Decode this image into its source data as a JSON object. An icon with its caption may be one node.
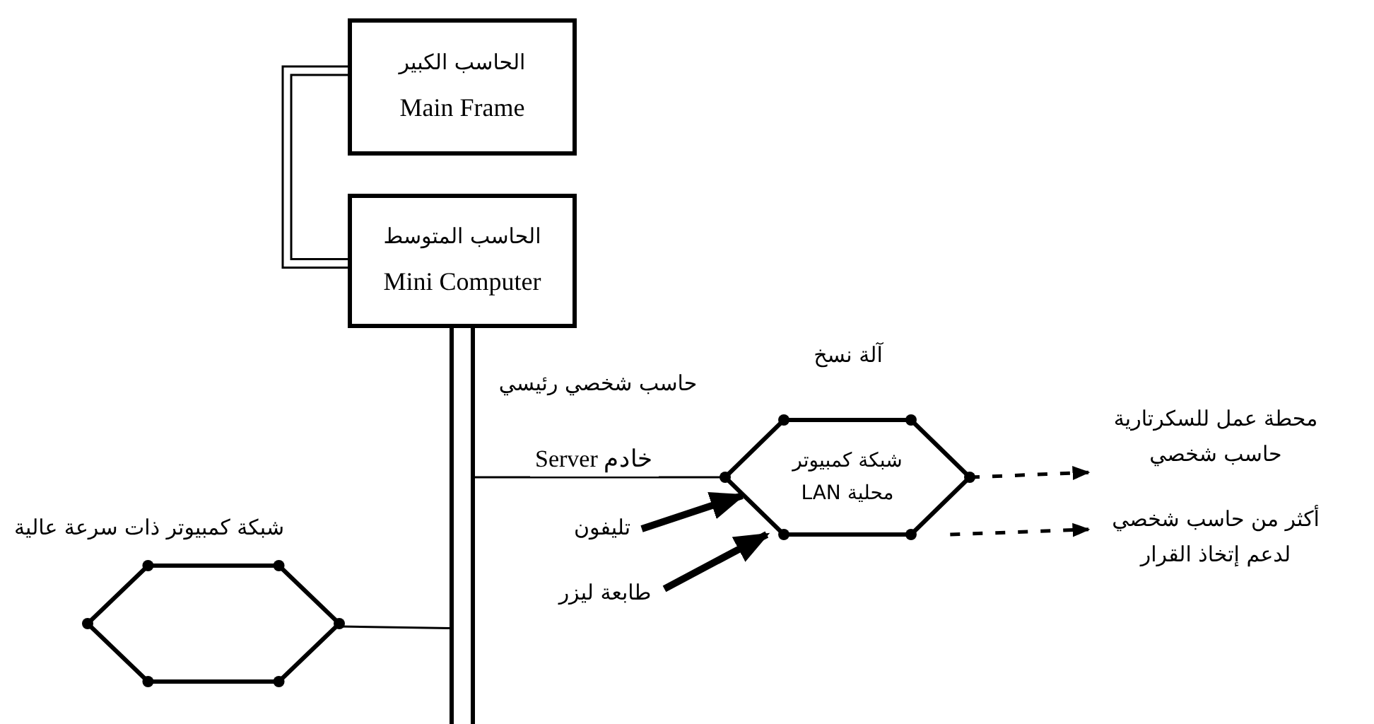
{
  "diagram": {
    "nodes": [
      {
        "text": [
          "الحاسب الكبير",
          "Main Frame"
        ]
      },
      {
        "text": [
          "الحاسب المتوسط",
          "Mini Computer"
        ]
      },
      {
        "text": [],
        "shape": "bar",
        "beside": [
          "حاسب شخصي رئيسي"
        ]
      },
      {
        "text": [
          "شبكة كمبيوتر محلية LAN"
        ],
        "beside": [
          "آلة نسخ"
        ]
      },
      {
        "text": [
          "شبكة كمبيوتر ذات سرعة عالية"
        ]
      },
      {
        "text": [
          "تليفون"
        ]
      },
      {
        "text": [
          "طابعة ليزر"
        ]
      },
      {
        "text": [
          "محطة عمل للسكرتارية حاسب شخصي"
        ]
      },
      {
        "text": [
          "أكثر من حاسب شخصي لدعم إتخاذ القرار"
        ]
      }
    ],
    "edges": [
      {
        "from": 0,
        "to": 1,
        "arrow": "none"
      },
      {
        "from": 2,
        "to": 3,
        "arrow": "none",
        "label": "خادم Server"
      },
      {
        "from": 2,
        "to": 4,
        "arrow": "none"
      },
      {
        "from": 5,
        "to": 3,
        "arrow": "to",
        "style": "thick"
      },
      {
        "from": 6,
        "to": 3,
        "arrow": "to",
        "style": "thick"
      },
      {
        "from": 3,
        "to": 7,
        "arrow": "to",
        "style": "dashed"
      },
      {
        "from": 3,
        "to": 8,
        "arrow": "to",
        "style": "dashed"
      }
    ]
  }
}
